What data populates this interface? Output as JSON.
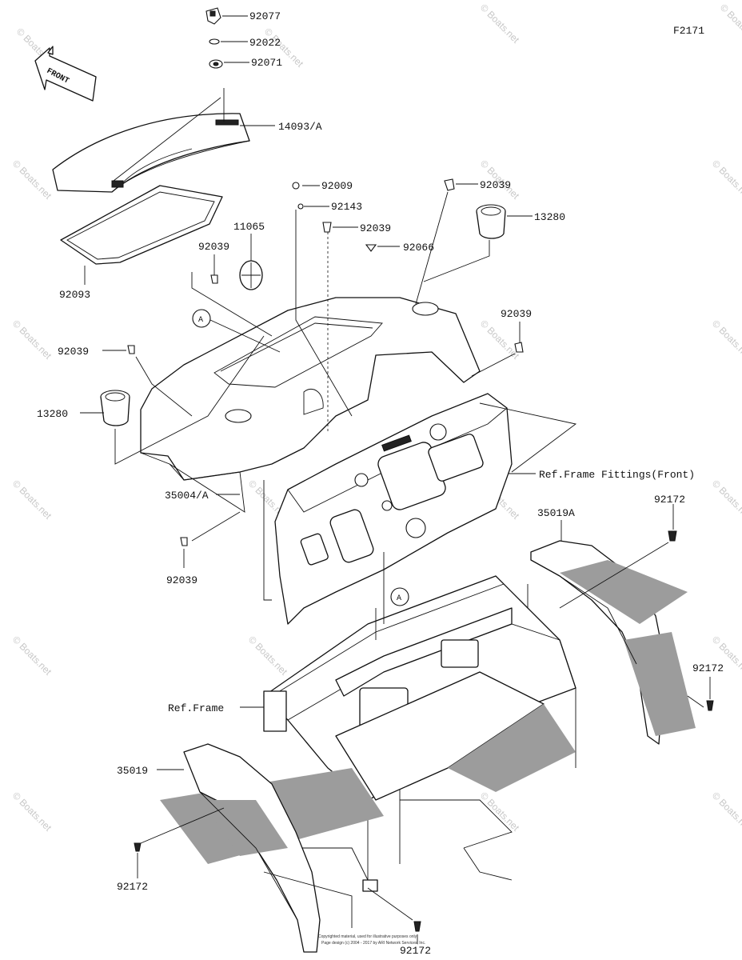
{
  "diagram_id": "F2171",
  "front_arrow_label": "FRONT",
  "watermark": "© Boats.net",
  "callout_letter": "A",
  "parts": {
    "p92077": "92077",
    "p92022": "92022",
    "p92071": "92071",
    "p14093": "14093/A",
    "p92093": "92093",
    "p92009": "92009",
    "p92143": "92143",
    "p92039_top": "92039",
    "p92039_mid": "92039",
    "p11065": "11065",
    "p92039_left_top": "92039",
    "p92066": "92066",
    "p13280_right": "13280",
    "p92039_right": "92039",
    "p92039_left": "92039",
    "p13280_left": "13280",
    "p35004": "35004/A",
    "p92039_bottom": "92039",
    "ref_frame_fittings": "Ref.Frame Fittings(Front)",
    "p35019A": "35019A",
    "p92172_top": "92172",
    "p92172_right": "92172",
    "ref_frame": "Ref.Frame",
    "p35019": "35019",
    "p92172_left": "92172",
    "p92172_bottom": "92172"
  },
  "footer": {
    "line1": "Copyrighted material, used for illustrative purposes only",
    "line2": "Page design (c) 2004 - 2017 by ARI Network Services, Inc."
  }
}
